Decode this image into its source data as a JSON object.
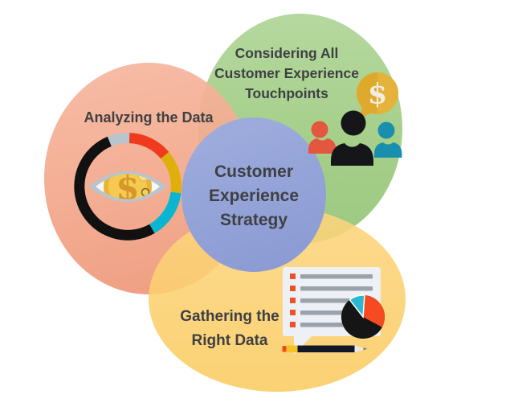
{
  "title": "Customer Experience Strategy diagram",
  "circles": {
    "touchpoints": {
      "lines": [
        "Considering All",
        "Customer Experience",
        "Touchpoints"
      ],
      "color": "#a9d18e"
    },
    "analyzing": {
      "label": "Analyzing the Data",
      "color": "#f2a98f"
    },
    "gathering": {
      "lines": [
        "Gathering the",
        "Right Data"
      ],
      "color": "#fbd47e"
    },
    "strategy": {
      "lines": [
        "Customer",
        "Experience",
        "Strategy"
      ],
      "color": "#93a2d7"
    }
  },
  "icons": {
    "speech_coin": {
      "symbol": "$",
      "color": "#dfa92c"
    },
    "eye_coin": {
      "symbol": "$",
      "color": "#f2c94c"
    },
    "people": {
      "left_color": "#e2573d",
      "center_color": "#14161a",
      "right_color": "#1a8fad"
    },
    "donut_segments": [
      "#b9c5cc",
      "#f03a1e",
      "#dfaf0b",
      "#0ab5d0",
      "#111111"
    ],
    "pie_segments": [
      "#29b8d0",
      "#f64a22",
      "#151515"
    ],
    "checklist": {
      "rows": 5,
      "bullet_color": "#f05023",
      "bar_color": "#9aa2ab"
    }
  },
  "text_color": "#3f4043"
}
